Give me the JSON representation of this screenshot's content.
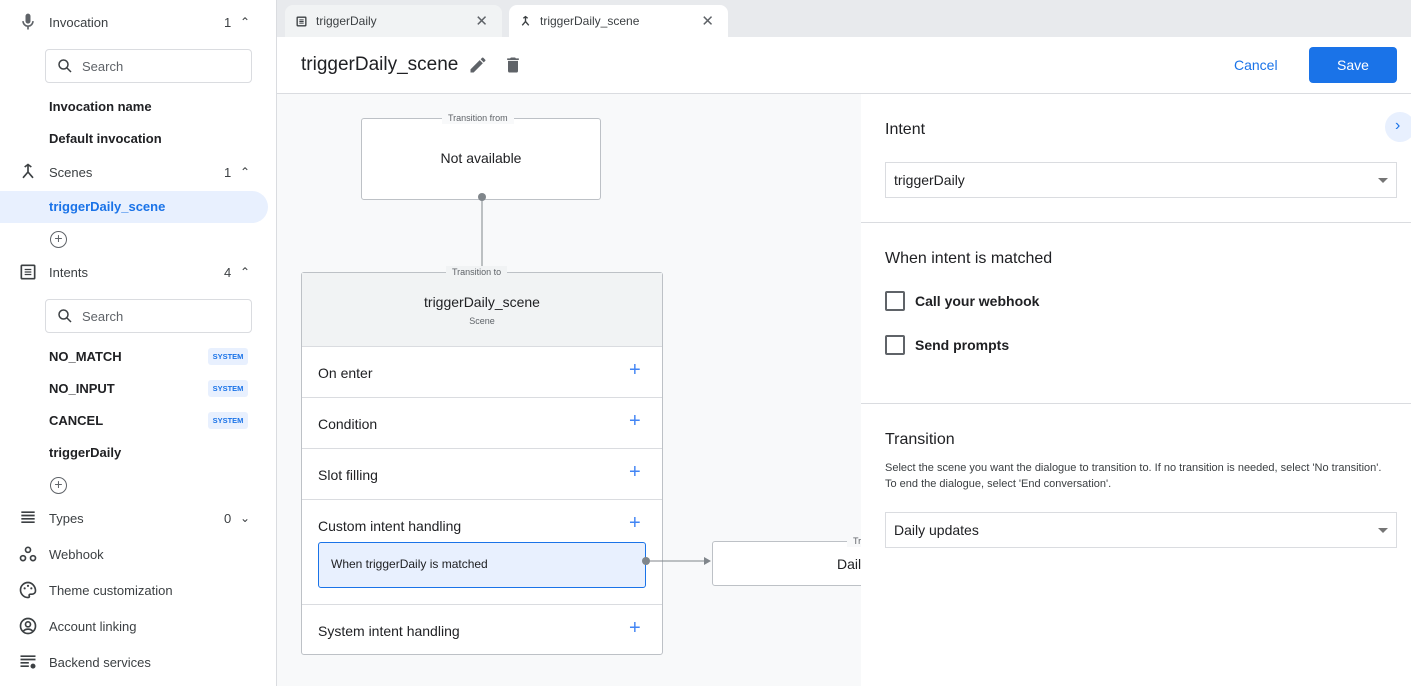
{
  "sidebar": {
    "invocation": {
      "label": "Invocation",
      "count": "1",
      "search_placeholder": "Search",
      "items": [
        "Invocation name",
        "Default invocation"
      ]
    },
    "scenes": {
      "label": "Scenes",
      "count": "1",
      "items": [
        "triggerDaily_scene"
      ]
    },
    "intents": {
      "label": "Intents",
      "count": "4",
      "search_placeholder": "Search",
      "items": [
        {
          "label": "NO_MATCH",
          "badge": "SYSTEM"
        },
        {
          "label": "NO_INPUT",
          "badge": "SYSTEM"
        },
        {
          "label": "CANCEL",
          "badge": "SYSTEM"
        },
        {
          "label": "triggerDaily"
        }
      ]
    },
    "types": {
      "label": "Types",
      "count": "0"
    },
    "links": [
      "Webhook",
      "Theme customization",
      "Account linking",
      "Backend services"
    ]
  },
  "tabs": [
    {
      "label": "triggerDaily",
      "icon": "intent-icon"
    },
    {
      "label": "triggerDaily_scene",
      "icon": "scene-icon",
      "active": true
    }
  ],
  "header": {
    "title": "triggerDaily_scene",
    "cancel": "Cancel",
    "save": "Save"
  },
  "canvas": {
    "from": {
      "legend": "Transition from",
      "text": "Not available"
    },
    "scene": {
      "legend": "Transition to",
      "title": "triggerDaily_scene",
      "subtitle": "Scene",
      "rows": [
        "On enter",
        "Condition",
        "Slot filling",
        "Custom intent handling",
        "System intent handling"
      ],
      "handler": "When triggerDaily is matched"
    },
    "target": {
      "legend": "Tr",
      "text": "Dail"
    }
  },
  "panel": {
    "intent_heading": "Intent",
    "intent_value": "triggerDaily",
    "matched_heading": "When intent is matched",
    "checkboxes": [
      {
        "label": "Call your webhook",
        "checked": false
      },
      {
        "label": "Send prompts",
        "checked": false
      }
    ],
    "transition_heading": "Transition",
    "transition_help": "Select the scene you want the dialogue to transition to. If no transition is needed, select 'No transition'. To end the dialogue, select 'End conversation'.",
    "transition_value": "Daily updates"
  },
  "colors": {
    "accent": "#1a73e8",
    "selected_bg": "#e8f0fe"
  }
}
